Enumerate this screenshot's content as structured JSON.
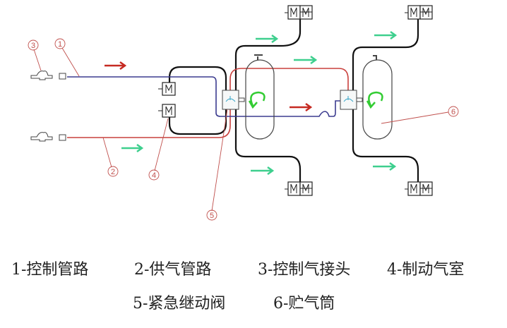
{
  "colors": {
    "control_line": "#3b3b8f",
    "supply_line": "#c9403d",
    "hose": "#111111",
    "flow_arrow_control": "#c62a22",
    "flow_arrow_supply": "#3ecf8e",
    "callout": "#c0504d",
    "tank_arrow": "#33cc33"
  },
  "callouts": [
    "1",
    "2",
    "3",
    "4",
    "5",
    "6"
  ],
  "legend": {
    "row1": [
      "1-控制管路",
      "2-供气管路",
      "3-控制气接头",
      "4-制动气室"
    ],
    "row2": [
      "5-紧急继动阀",
      "6-贮气筒"
    ]
  }
}
